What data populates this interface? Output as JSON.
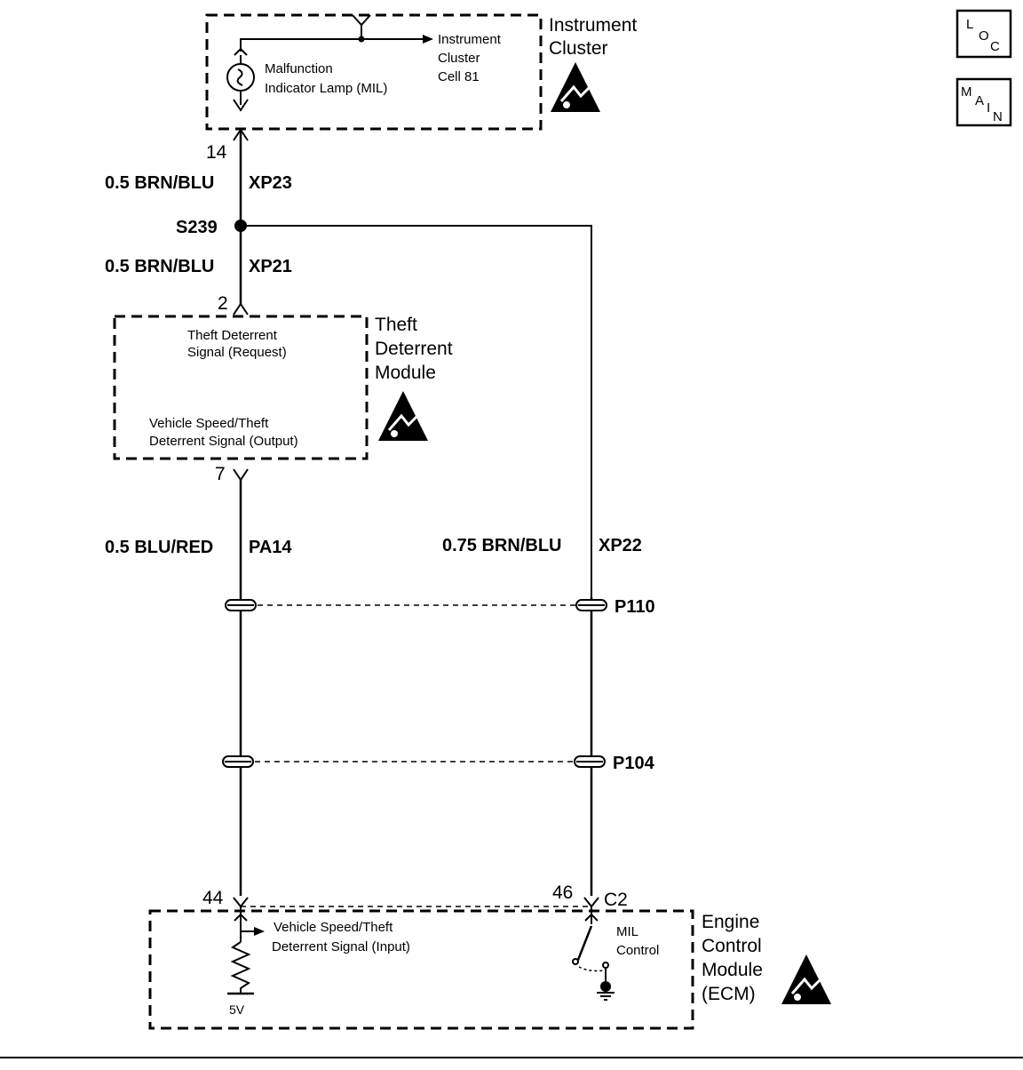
{
  "instrument_cluster": {
    "title_line1": "Instrument",
    "title_line2": "Cluster",
    "mil_line1": "Malfunction",
    "mil_line2": "Indicator Lamp (MIL)",
    "ref_line1": "Instrument",
    "ref_line2": "Cluster",
    "ref_line3": "Cell 81",
    "pin": "14"
  },
  "wires": {
    "xp23_gauge": "0.5 BRN/BLU",
    "xp23_id": "XP23",
    "splice": "S239",
    "xp21_gauge": "0.5 BRN/BLU",
    "xp21_id": "XP21",
    "pa14_gauge": "0.5 BLU/RED",
    "pa14_id": "PA14",
    "xp22_gauge": "0.75 BRN/BLU",
    "xp22_id": "XP22"
  },
  "theft_module": {
    "title_line1": "Theft",
    "title_line2": "Deterrent",
    "title_line3": "Module",
    "req_line1": "Theft  Deterrent",
    "req_line2": "Signal (Request)",
    "out_line1": "Vehicle Speed/Theft",
    "out_line2": "Deterrent Signal (Output)",
    "pin_top": "2",
    "pin_bottom": "7"
  },
  "connectors": {
    "p110": "P110",
    "p104": "P104"
  },
  "ecm": {
    "title_line1": "Engine",
    "title_line2": "Control",
    "title_line3": "Module",
    "title_line4": "(ECM)",
    "pin_left": "44",
    "pin_right": "46",
    "connector": "C2",
    "input_line1": "Vehicle Speed/Theft",
    "input_line2": "Deterrent Signal (Input)",
    "mil_line1": "MIL",
    "mil_line2": "Control",
    "voltage": "5V"
  },
  "corner_icons": {
    "loc_1": "L",
    "loc_2": "O",
    "loc_3": "C",
    "main_1": "M",
    "main_2": "A",
    "main_3": "I",
    "main_4": "N"
  },
  "icons": [
    "esd-sensitive-icon",
    "ground-icon",
    "lamp-icon",
    "resistor-icon",
    "switch-icon"
  ]
}
